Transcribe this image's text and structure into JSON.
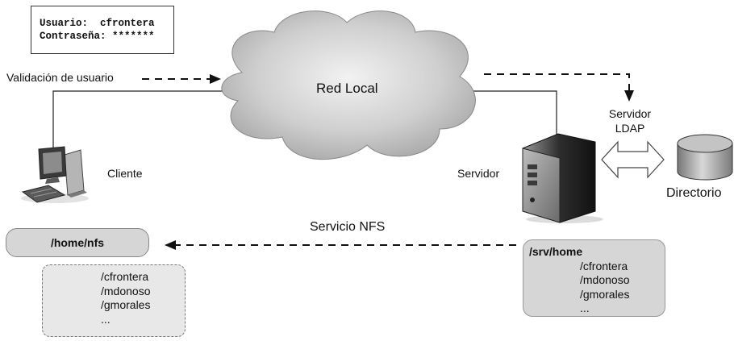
{
  "credentials": {
    "user_label": "Usuario:",
    "user_value": "cfrontera",
    "password_label": "Contraseña:",
    "password_value": "*******"
  },
  "labels": {
    "validation": "Validación de usuario",
    "network": "Red Local",
    "client": "Cliente",
    "server": "Servidor",
    "ldap_line1": "Servidor",
    "ldap_line2": "LDAP",
    "directory": "Directorio",
    "nfs": "Servicio NFS"
  },
  "client_mount": {
    "path": "/home/nfs",
    "entries": [
      "/cfrontera",
      "/mdonoso",
      "/gmorales",
      "..."
    ]
  },
  "server_export": {
    "path": "/srv/home",
    "entries": [
      "/cfrontera",
      "/mdonoso",
      "/gmorales",
      "..."
    ]
  }
}
